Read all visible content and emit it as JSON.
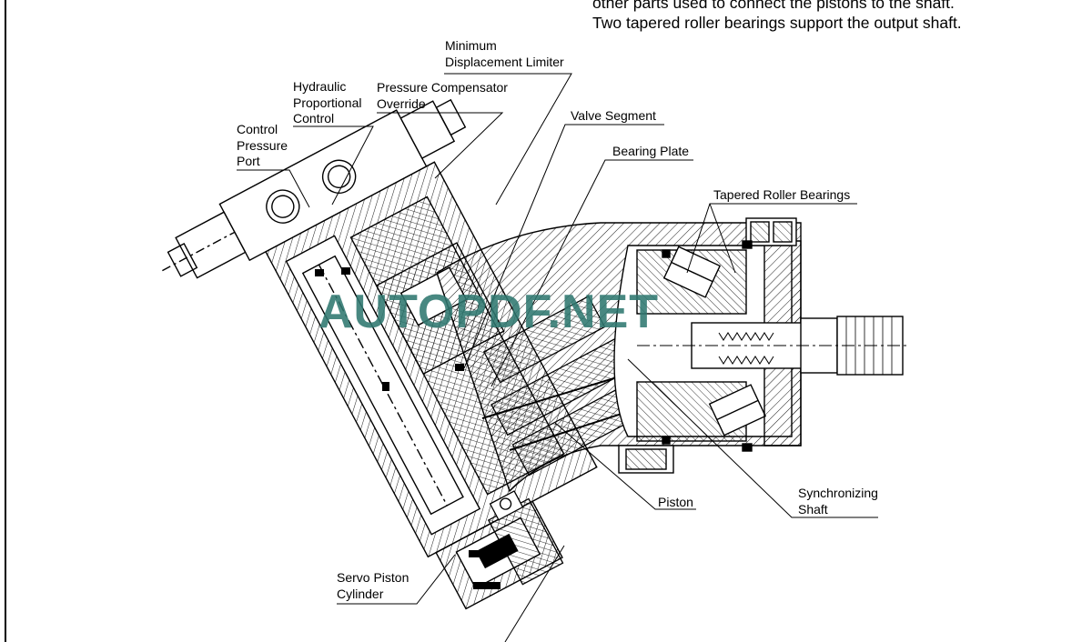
{
  "body_text": {
    "line1": "other parts used to connect the pistons to the shaft.",
    "line2": "Two tapered roller bearings support the output shaft."
  },
  "labels": {
    "minimum_displacement_limiter": [
      "Minimum",
      "Displacement Limiter"
    ],
    "hydraulic_proportional_control": [
      "Hydraulic",
      "Proportional",
      "Control"
    ],
    "pressure_compensator_override": [
      "Pressure Compensator",
      "Override"
    ],
    "control_pressure_port": [
      "Control",
      "Pressure",
      "Port"
    ],
    "valve_segment": "Valve Segment",
    "bearing_plate": "Bearing Plate",
    "tapered_roller_bearings": "Tapered Roller Bearings",
    "synchronizing_shaft": [
      "Synchronizing",
      "Shaft"
    ],
    "piston": "Piston",
    "servo_piston_cylinder": [
      "Servo Piston",
      "Cylinder"
    ]
  },
  "watermark": "AUTOPDF.NET",
  "colors": {
    "ink": "#000000",
    "watermark": "#2f7870"
  }
}
